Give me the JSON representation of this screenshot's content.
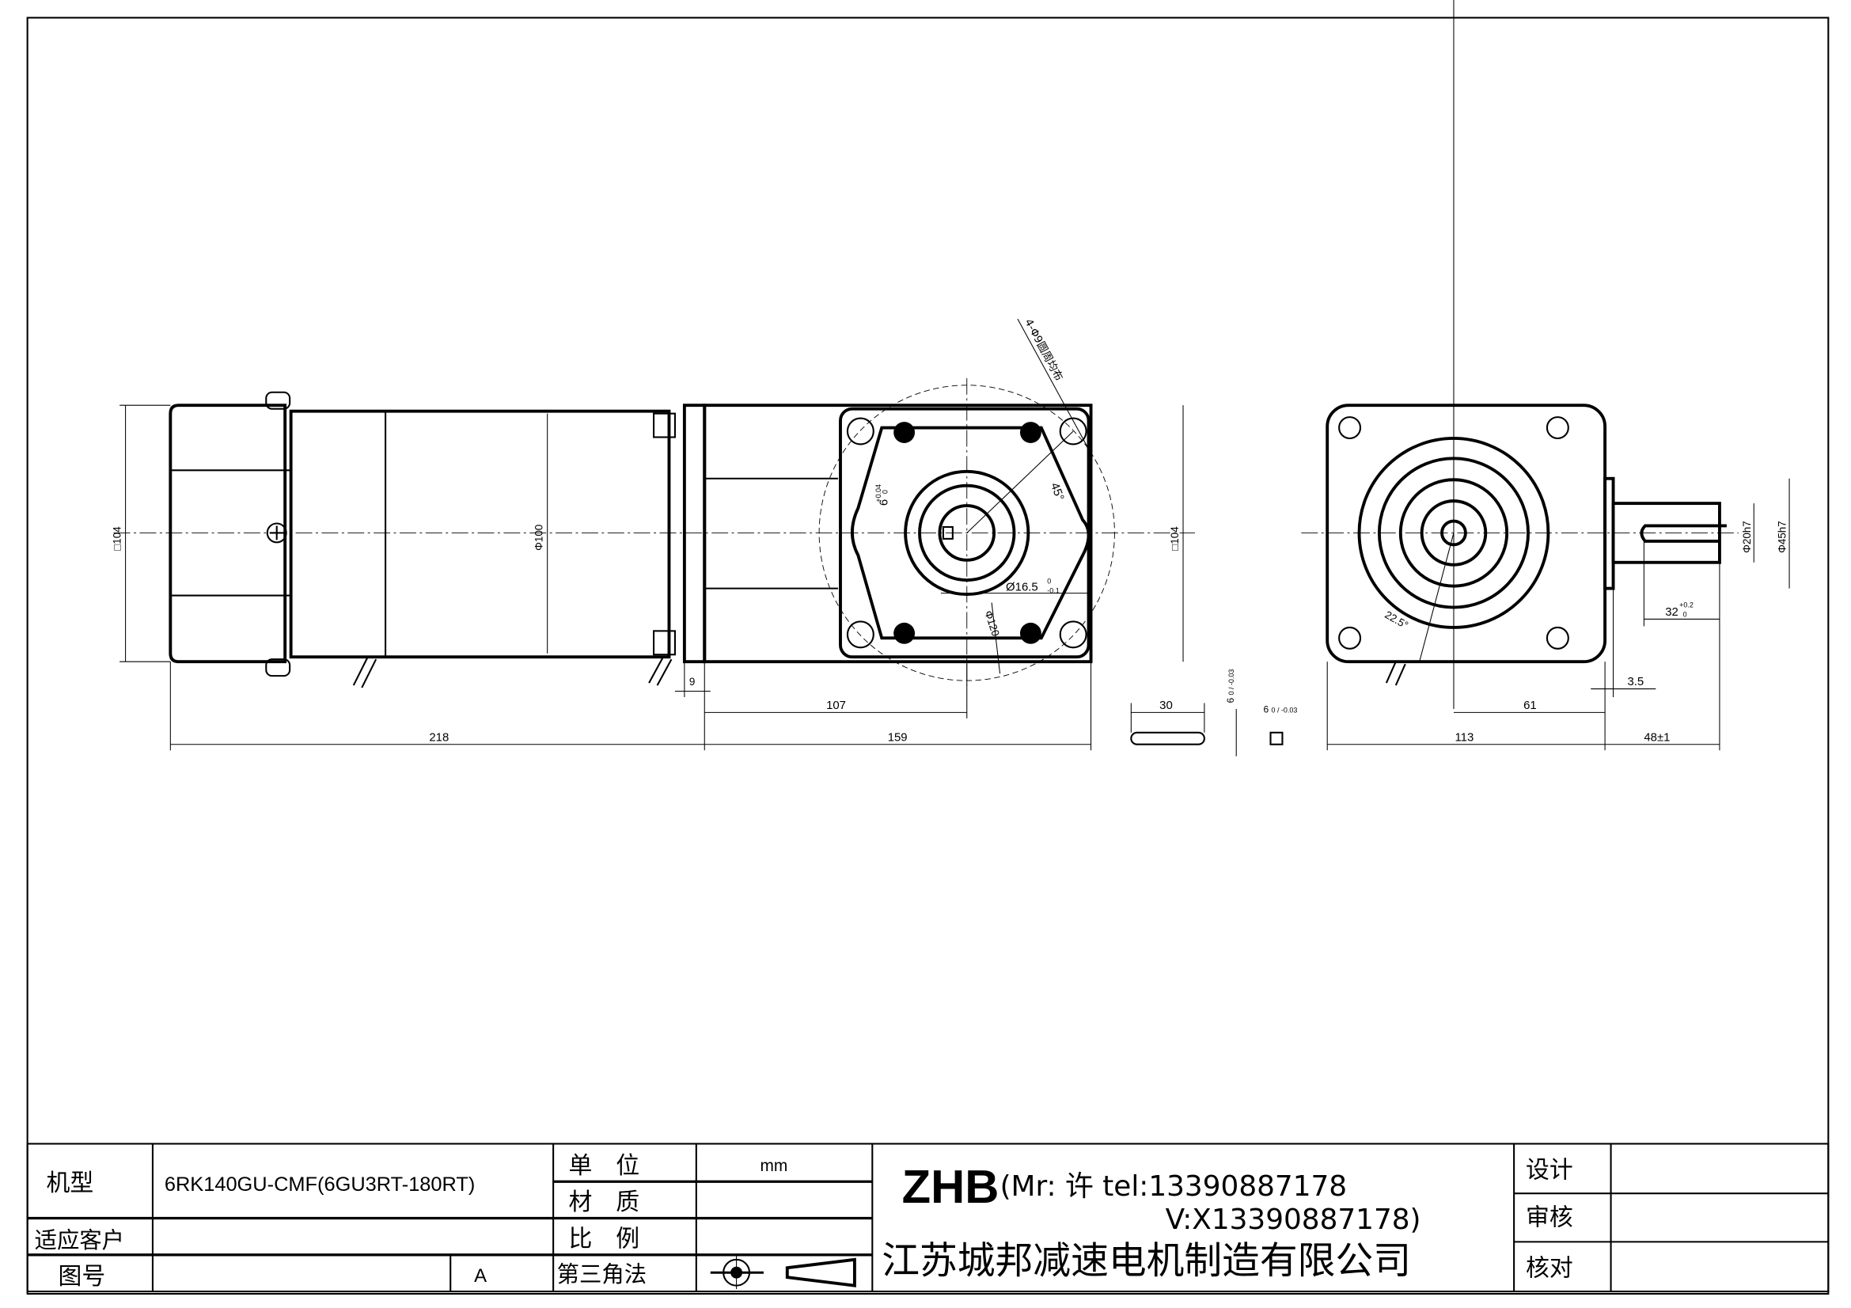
{
  "drawing": {
    "front_view": {
      "dims": {
        "square_104_left": "□104",
        "dia_100": "Φ100",
        "square_104_right": "□104",
        "len_218": "218",
        "len_159": "159",
        "len_107": "107",
        "len_9": "9",
        "key_width": "6",
        "key_width_tol_upper": "+0.04",
        "key_width_tol_lower": "0",
        "angle_45": "45°",
        "bore_dia": "Ø16.5",
        "bore_tol_upper": "0",
        "bore_tol_lower": "-0.1",
        "pcd_120": "Φ120",
        "holes_note": "4-Φ9圆周均布"
      }
    },
    "key_detail": {
      "len_30": "30",
      "key_h": "6",
      "key_h_tol": "0 / -0.03",
      "key_w": "6",
      "key_w_tol": "0 / -0.03"
    },
    "side_view": {
      "dims": {
        "len_113": "113",
        "len_61": "61",
        "len_3_5": "3.5",
        "len_48": "48±1",
        "len_32": "32",
        "len_32_tol_upper": "+0.2",
        "len_32_tol_lower": "0",
        "shaft_dia": "Φ20h7",
        "pilot_dia": "Φ45h7",
        "angle_22_5": "22.5°"
      }
    }
  },
  "title_block": {
    "model_label": "机型",
    "model_value": "6RK140GU-CMF(6GU3RT-180RT)",
    "customer_label": "适应客户",
    "drawing_no_label": "图号",
    "revision": "A",
    "unit_label": "单　位",
    "unit_value": "mm",
    "material_label": "材　质",
    "scale_label": "比　例",
    "projection_label": "第三角法",
    "brand": "ZHB",
    "contact_line1": "(Mr: 许 tel:13390887178",
    "contact_line2": "V:X13390887178)",
    "company": "江苏城邦减速电机制造有限公司",
    "design_label": "设计",
    "review_label": "审核",
    "check_label": "核对"
  }
}
